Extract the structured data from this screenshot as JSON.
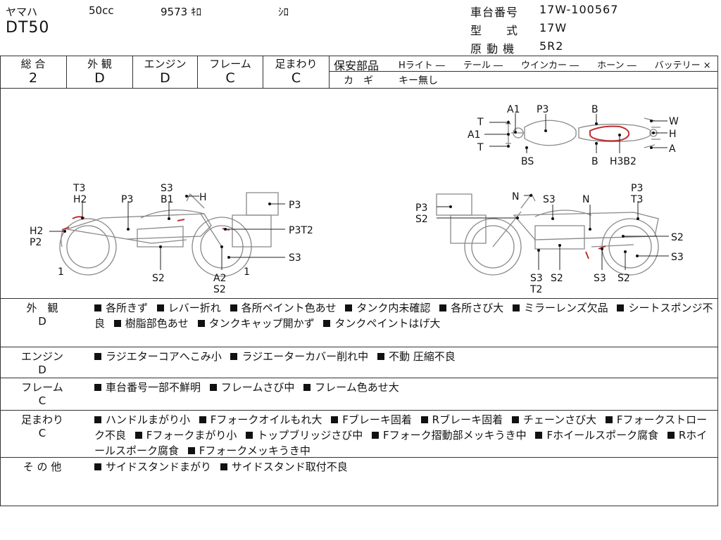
{
  "header": {
    "maker": "ヤマハ",
    "cc": "50cc",
    "mileage": "9573 ｷﾛ",
    "color": "ｼﾛ",
    "model": "DT50",
    "frame_label": "車台番号",
    "frame_value": "17W-100567",
    "type_label": "型　　式",
    "type_value": "17W",
    "engine_label": "原 動 機",
    "engine_value": "5R2"
  },
  "grades": {
    "items": [
      {
        "label": "総 合",
        "value": "2"
      },
      {
        "label": "外 観",
        "value": "D"
      },
      {
        "label": "エンジン",
        "value": "D"
      },
      {
        "label": "フレーム",
        "value": "C"
      },
      {
        "label": "足まわり",
        "value": "C"
      }
    ],
    "safety_label": "保安部品",
    "safety_items": "Hライト ―　　テール ―　　ウインカー ―　　ホーン ―　　バッテリー ×",
    "key_label": "カ　ギ",
    "key_value": "キー無し"
  },
  "diagram": {
    "top_labels": [
      "A1",
      "P3",
      "B",
      "T",
      "W",
      "A1",
      "H",
      "T",
      "A",
      "BS",
      "B",
      "H3B2"
    ],
    "left_labels": [
      "T3",
      "H2",
      "P3",
      "S3",
      "B1",
      "H",
      "P3",
      "H2",
      "P2",
      "P3T2",
      "S3",
      "1",
      "S2",
      "A2",
      "S2",
      "1"
    ],
    "right_labels": [
      "N",
      "S3",
      "N",
      "P3",
      "T3",
      "P3",
      "S2",
      "S2",
      "S3",
      "S3",
      "S2",
      "S3",
      "S2",
      "T2"
    ]
  },
  "sections": [
    {
      "label": "外　観",
      "grade": "D",
      "items": [
        "各所きず",
        "レバー折れ",
        "各所ペイント色あせ",
        "タンク内未確認",
        "各所さび大",
        "ミラーレンズ欠品",
        "シートスポンジ不良",
        "樹脂部色あせ",
        "タンクキャップ開かず",
        "タンクペイントはげ大"
      ]
    },
    {
      "label": "エンジン",
      "grade": "D",
      "items": [
        "ラジエターコアへこみ小",
        "ラジエーターカバー削れ中",
        "不動 圧縮不良"
      ]
    },
    {
      "label": "フレーム",
      "grade": "C",
      "items": [
        "車台番号一部不鮮明",
        "フレームさび中",
        "フレーム色あせ大"
      ]
    },
    {
      "label": "足まわり",
      "grade": "C",
      "items": [
        "ハンドルまがり小",
        "Fフォークオイルもれ大",
        "Fブレーキ固着",
        "Rブレーキ固着",
        "チェーンさび大",
        "Fフォークストローク不良",
        "Fフォークまがり小",
        "トップブリッジさび中",
        "Fフォーク摺動部メッキうき中",
        "Fホイールスポーク腐食",
        "Rホイールスポーク腐食",
        "Fフォークメッキうき中"
      ]
    },
    {
      "label": "そ の 他",
      "grade": "",
      "items": [
        "サイドスタンドまがり",
        "サイドスタンド取付不良"
      ]
    }
  ]
}
